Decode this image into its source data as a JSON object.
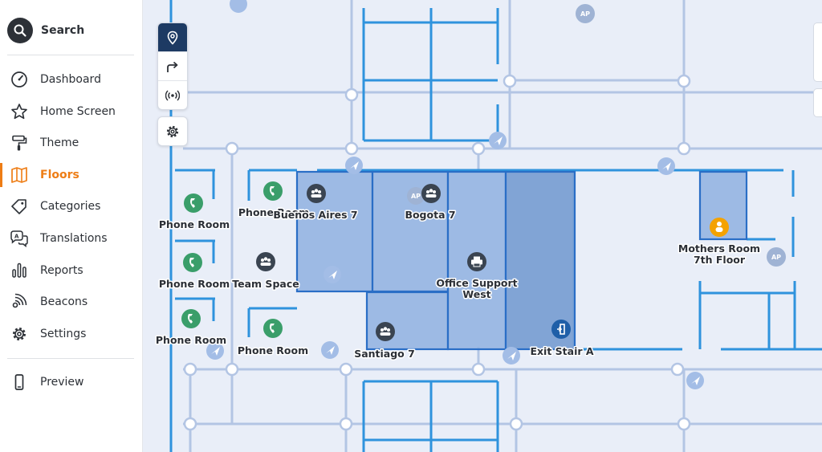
{
  "sidebar": {
    "search_label": "Search",
    "items": [
      {
        "label": "Dashboard",
        "icon": "gauge-icon"
      },
      {
        "label": "Home Screen",
        "icon": "star-icon"
      },
      {
        "label": "Theme",
        "icon": "paint-roller-icon"
      },
      {
        "label": "Floors",
        "icon": "map-icon",
        "active": true
      },
      {
        "label": "Categories",
        "icon": "tag-icon"
      },
      {
        "label": "Translations",
        "icon": "translate-icon"
      },
      {
        "label": "Reports",
        "icon": "bar-chart-icon"
      },
      {
        "label": "Beacons",
        "icon": "beacon-icon"
      },
      {
        "label": "Settings",
        "icon": "gear-icon"
      }
    ],
    "preview_label": "Preview"
  },
  "toolbar": [
    "location-pin-icon",
    "directions-icon",
    "beacon-icon",
    "gear-icon"
  ],
  "map": {
    "rooms": [
      {
        "label": "Phone Room",
        "icon": "phone-icon"
      },
      {
        "label": "Phone Room",
        "icon": "phone-icon"
      },
      {
        "label": "Phone Room",
        "icon": "phone-icon"
      },
      {
        "label": "Phone Room",
        "icon": "phone-icon"
      },
      {
        "label": "Phone Room",
        "icon": "phone-icon"
      },
      {
        "label": "Team Space",
        "icon": "people-icon"
      },
      {
        "label": "Buenos Aires 7",
        "icon": "people-icon"
      },
      {
        "label": "Bogota 7",
        "icon": "people-icon"
      },
      {
        "label": "Santiago 7",
        "icon": "people-icon"
      },
      {
        "label": "Office Support",
        "label2": "West",
        "icon": "printer-icon"
      },
      {
        "label": "Exit Stair A",
        "icon": "exit-icon"
      },
      {
        "label": "Mothers Room",
        "label2": "7th Floor",
        "icon": "baby-icon"
      }
    ],
    "ap_label": "AP"
  },
  "colors": {
    "accent": "#ee7d15",
    "wall": "#2f93dd",
    "path": "#b3c5e4",
    "room_fill": "#8fb0e0",
    "room_fill_dark": "#7b9fd3",
    "phone_green": "#3a9e6a",
    "people_dark": "#3a4451",
    "exit_blue": "#1f5fa8",
    "baby_orange": "#f4a200",
    "toolbar_active": "#1d3a63"
  }
}
